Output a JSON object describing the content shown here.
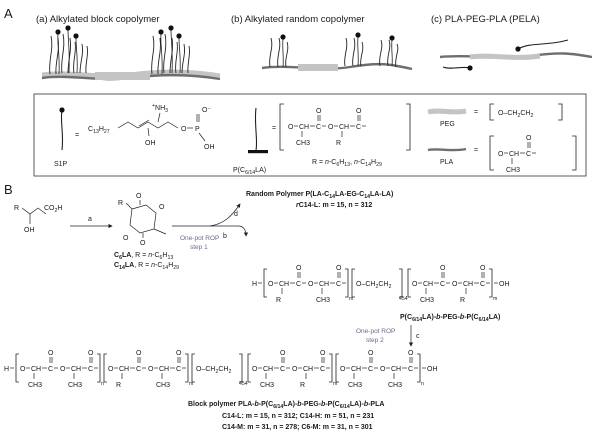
{
  "panel_a": {
    "letter": "A",
    "sub_a": "(a) Alkylated block copolymer",
    "sub_b": "(b) Alkylated random copolymer",
    "sub_c": "(c) PLA-PEG-PLA (PELA)",
    "legend": {
      "s1p_label": "S1P",
      "s1p_formula_chain": "C13H27",
      "s1p_nh3": "NH3",
      "s1p_oh": "OH",
      "s1p_phos_o": "O",
      "s1p_phos_om": "O⁻",
      "s1p_p": "P",
      "s1p_p_oh": "OH",
      "s1p_equals": "=",
      "pc_label": "P(C6/14LA)",
      "pc_equals": "=",
      "pc_r_def": "R = n-C6H13, n-C14H29",
      "peg_label": "PEG",
      "peg_equals": "=",
      "peg_unit": "O–CH2CH2",
      "pla_label": "PLA",
      "pla_equals": "="
    }
  },
  "panel_b": {
    "letter": "B",
    "start_acid": "CO2H",
    "start_r": "R",
    "start_oh": "OH",
    "arrow_a": "a",
    "arrow_b": "b",
    "arrow_c": "c",
    "arrow_d": "d",
    "rop1_line1": "One-pot ROP",
    "rop1_line2": "step 1",
    "rop2_line1": "One-pot ROP",
    "rop2_line2": "step 2",
    "monomer_c6": "C6LA, R = n-C6H13",
    "monomer_c14": "C14LA, R = n-C14H29",
    "random_title": "Random Polymer P(LA-C14LA-EG-C14LA-LA)",
    "random_sub": "rC14-L: m = 15, n = 312",
    "mid_title": "P(C6/14LA)-b-PEG-b-P(C6/14LA)",
    "peg_repeat": "454",
    "block_title": "Block polymer PLA-b-P(C6/14LA)-b-PEG-b-P(C6/14LA)-b-PLA",
    "block_line1": "C14-L: m = 15, n = 312;  C14-H: m = 51, n = 231",
    "block_line2": "C14-M: m = 31, n = 278;  C6-M: m = 31, n = 301",
    "sub_m": "m",
    "sub_n": "n",
    "h_end": "H",
    "oh_end": "OH"
  },
  "colors": {
    "ink": "#1a1a1a",
    "peg_grey": "#c4c4c4",
    "pla_grey": "#6e6e6e",
    "step_text": "#6a6a8c"
  }
}
